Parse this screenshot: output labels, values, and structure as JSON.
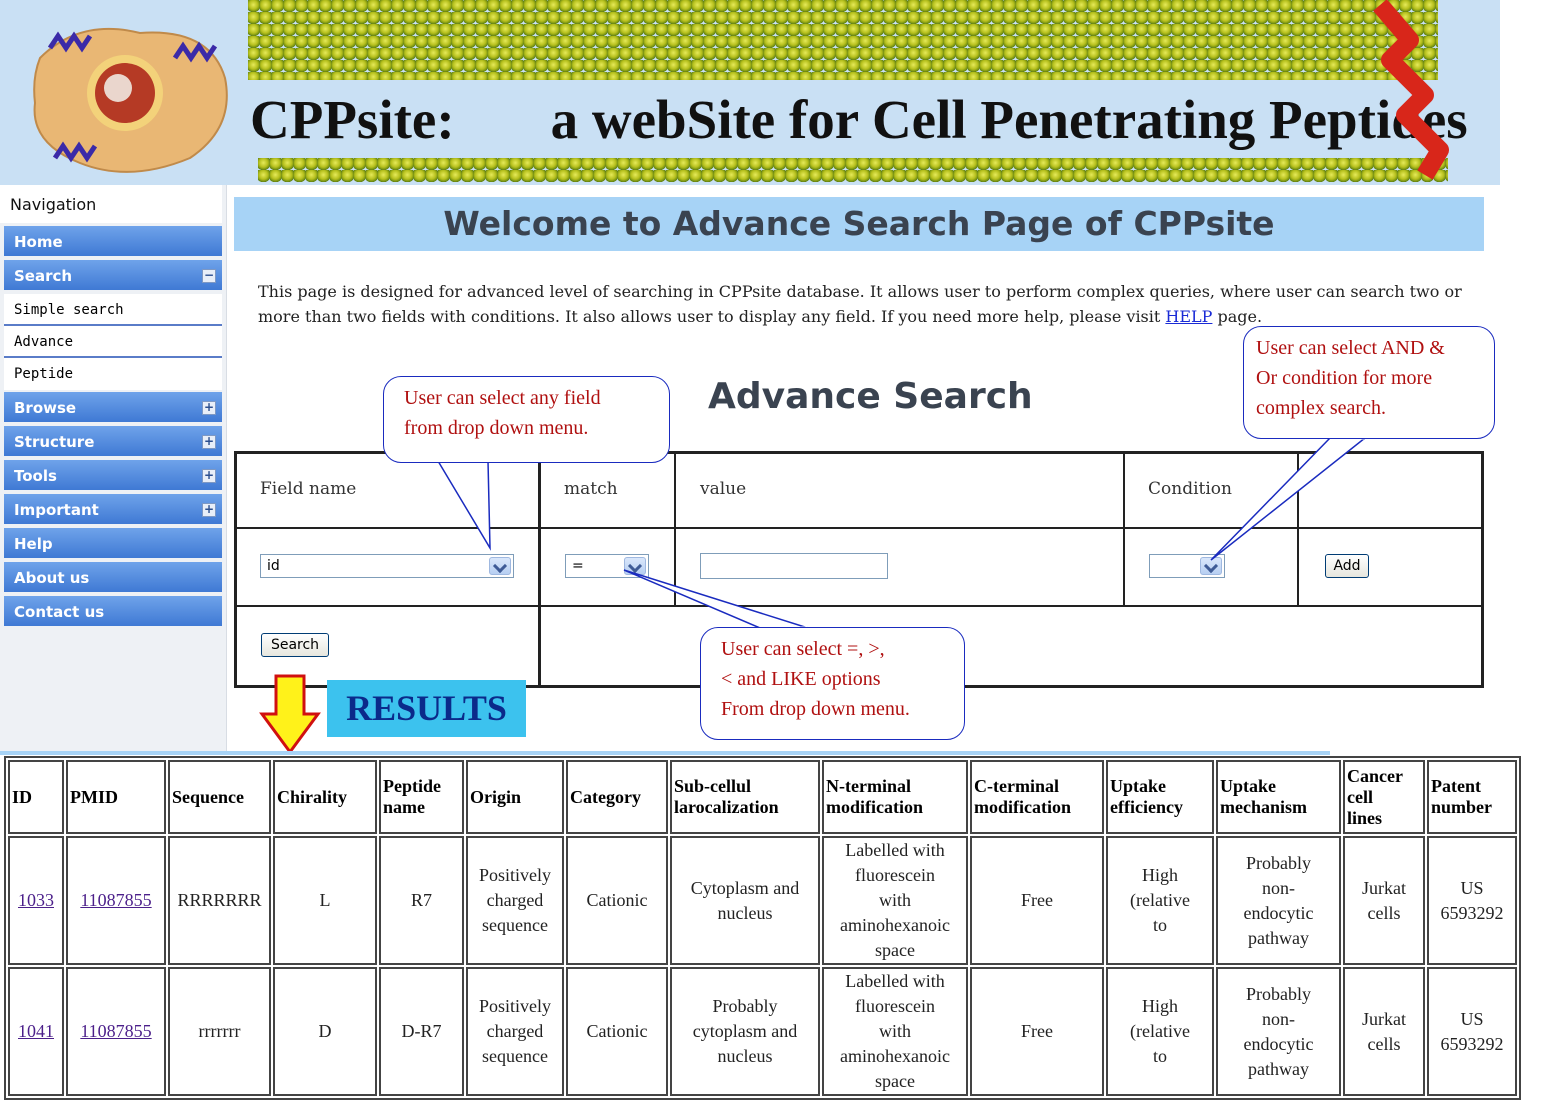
{
  "banner": {
    "site_name": "CPPsite:",
    "tagline": "a webSite for Cell Penetrating Peptides"
  },
  "sidebar": {
    "heading": "Navigation",
    "items": [
      {
        "label": "Home",
        "expander": ""
      },
      {
        "label": "Search",
        "expander": "−"
      },
      {
        "label": "Simple search",
        "sub": true
      },
      {
        "label": "Advance",
        "sub": true
      },
      {
        "label": "Peptide",
        "sub": true
      },
      {
        "label": "Browse",
        "expander": "+"
      },
      {
        "label": "Structure",
        "expander": "+"
      },
      {
        "label": "Tools",
        "expander": "+"
      },
      {
        "label": "Important",
        "expander": "+"
      },
      {
        "label": "Help",
        "expander": ""
      },
      {
        "label": "About us",
        "expander": ""
      },
      {
        "label": "Contact us",
        "expander": ""
      }
    ]
  },
  "main": {
    "title": "Welcome to Advance Search Page of CPPsite",
    "intro_text": "This page is designed for advanced level of searching in CPPsite database. It allows user to perform complex queries, where user can search two or more than two fields with conditions. It also allows user to display any field. If you need more help, please visit ",
    "help_link": "HELP",
    "intro_tail": " page.",
    "section_title": "Advance Search"
  },
  "search_form": {
    "headers": {
      "field_name": "Field name",
      "match": "match",
      "value": "value",
      "condition": "Condition"
    },
    "field_select": "id",
    "match_select": "=",
    "value_input": "",
    "condition_select": "",
    "add_button": "Add",
    "search_button": "Search"
  },
  "callouts": {
    "field": [
      "User can select any field",
      "from drop down menu."
    ],
    "condition": [
      "User can select AND &",
      "Or condition for more",
      "complex search."
    ],
    "match": [
      "User can select  =, >,",
      "< and LIKE options",
      "From drop down menu."
    ]
  },
  "results_label": "RESULTS",
  "results": {
    "headers": [
      [
        "ID"
      ],
      [
        "PMID"
      ],
      [
        "Sequence"
      ],
      [
        "Chirality"
      ],
      [
        "Peptide",
        "name"
      ],
      [
        "Origin"
      ],
      [
        "Category"
      ],
      [
        "Sub-cellul",
        "larocalization"
      ],
      [
        "N-terminal",
        "modification"
      ],
      [
        "C-terminal",
        "modification"
      ],
      [
        "Uptake",
        "efficiency"
      ],
      [
        "Uptake",
        "mechanism"
      ],
      [
        "Cancer",
        "cell",
        "lines"
      ],
      [
        "Patent",
        "number"
      ]
    ],
    "rows": [
      {
        "id": "1033",
        "pmid": "11087855",
        "sequence": "RRRRRRR",
        "chirality": "L",
        "name": "R7",
        "origin": [
          "Positively",
          "charged",
          "sequence"
        ],
        "category": "Cationic",
        "subcell": [
          "Cytoplasm and",
          "nucleus"
        ],
        "nterm": [
          "Labelled with",
          "fluorescein",
          "with",
          "aminohexanoic",
          "space"
        ],
        "cterm": "Free",
        "efficiency": [
          "High",
          "(relative",
          "to"
        ],
        "mechanism": [
          "Probably",
          "non-",
          "endocytic",
          "pathway"
        ],
        "lines": [
          "Jurkat",
          "cells"
        ],
        "patent": [
          "US",
          "6593292"
        ]
      },
      {
        "id": "1041",
        "pmid": "11087855",
        "sequence": "rrrrrrr",
        "chirality": "D",
        "name": "D-R7",
        "origin": [
          "Positively",
          "charged",
          "sequence"
        ],
        "category": "Cationic",
        "subcell": [
          "Probably",
          "cytoplasm and",
          "nucleus"
        ],
        "nterm": [
          "Labelled with",
          "fluorescein",
          "with",
          "aminohexanoic",
          "space"
        ],
        "cterm": "Free",
        "efficiency": [
          "High",
          "(relative",
          "to"
        ],
        "mechanism": [
          "Probably",
          "non-",
          "endocytic",
          "pathway"
        ],
        "lines": [
          "Jurkat",
          "cells"
        ],
        "patent": [
          "US",
          "6593292"
        ]
      }
    ]
  }
}
